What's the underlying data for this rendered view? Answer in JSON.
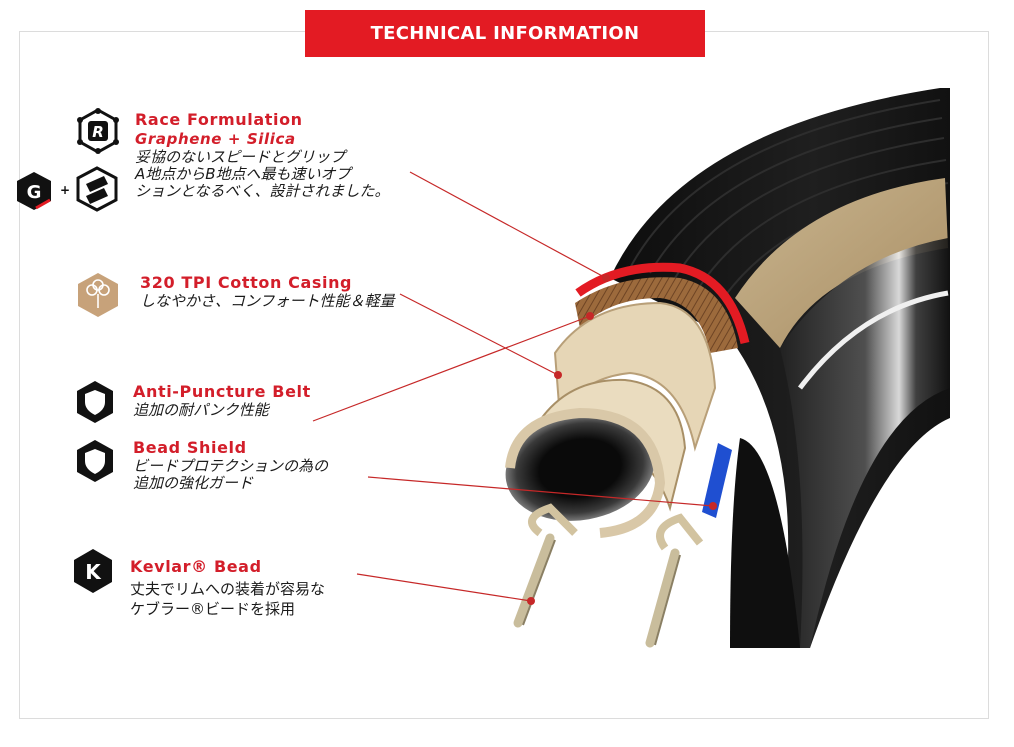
{
  "header": {
    "title": "TECHNICAL INFORMATION"
  },
  "features": {
    "race": {
      "title": "Race Formulation",
      "subtitle": "Graphene + Silica",
      "lines": [
        "妥協のないスピードとグリップ",
        "A地点からB地点へ最も速いオプ",
        "ションとなるべく、設計されました。"
      ],
      "icon_plus": "+"
    },
    "cotton": {
      "title": "320 TPI Cotton Casing",
      "lines": [
        "しなやかさ、コンフォート性能＆軽量"
      ]
    },
    "puncture": {
      "title": "Anti-Puncture Belt",
      "lines": [
        "追加の耐パンク性能"
      ]
    },
    "bead_shield": {
      "title": "Bead Shield",
      "lines": [
        "ビードプロテクションの為の",
        "追加の強化ガード"
      ]
    },
    "kevlar": {
      "title": "Kevlar® Bead",
      "lines": [
        "丈夫でリムへの装着が容易な",
        "ケブラー®ビードを採用"
      ]
    }
  },
  "icons": {
    "race": "race-formula-r-icon",
    "graphene": "graphene-g-icon",
    "silica": "silica-icon",
    "cotton": "cotton-plant-icon",
    "puncture": "shield-icon",
    "bead_shield": "shield-icon",
    "kevlar": "kevlar-k-icon"
  },
  "colors": {
    "accent": "#e31b23",
    "label_red": "#d31e2a",
    "tan": "#d9c8a8",
    "cotton_badge": "#c7a27a"
  }
}
